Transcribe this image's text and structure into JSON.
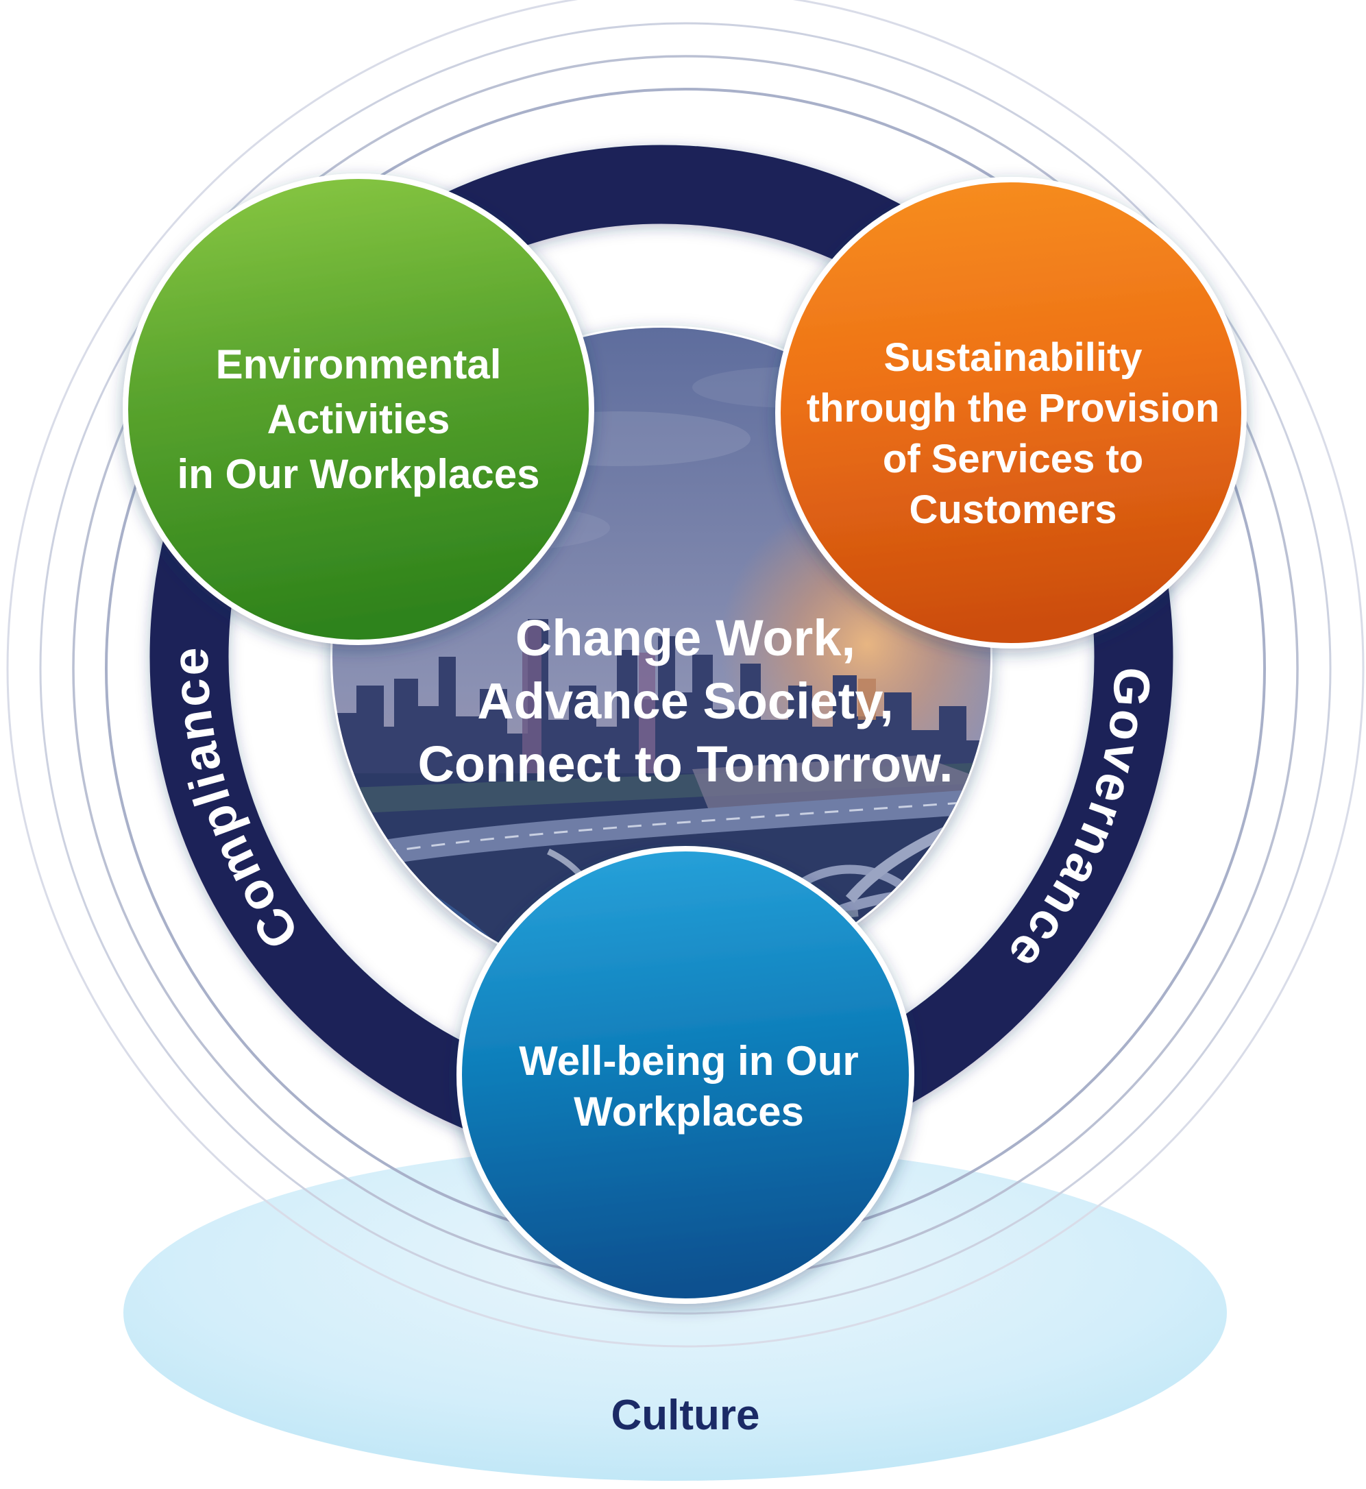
{
  "diagram": {
    "motto": {
      "line1": "Change Work,",
      "line2": "Advance Society,",
      "line3": "Connect to Tomorrow."
    },
    "ring": {
      "left_label": "Compliance",
      "right_label": "Governance",
      "color": "#1a2458",
      "label_color": "#ffffff"
    },
    "topic_circles": {
      "environment": {
        "line1": "Environmental",
        "line2": "Activities",
        "line3": "in Our Workplaces",
        "color_top": "#85c441",
        "color_bottom": "#2f831c"
      },
      "services": {
        "line1": "Sustainability",
        "line2": "through the Provision",
        "line3": "of Services to",
        "line4": "Customers",
        "color_top": "#f58521",
        "color_bottom": "#cc4d0e"
      },
      "wellbeing": {
        "line1": "Well-being in Our",
        "line2": "Workplaces",
        "color_top": "#219dd8",
        "color_bottom": "#0a5190"
      }
    },
    "culture": {
      "label": "Culture",
      "fill_light": "#eaf6fc",
      "fill_deep": "#b9e4f5",
      "text_color": "#1b2a66"
    },
    "decor": {
      "thin_circle_colors": [
        "#a8b0c9",
        "#bac0d3",
        "#ccd1e0",
        "#d9dce8"
      ]
    }
  }
}
